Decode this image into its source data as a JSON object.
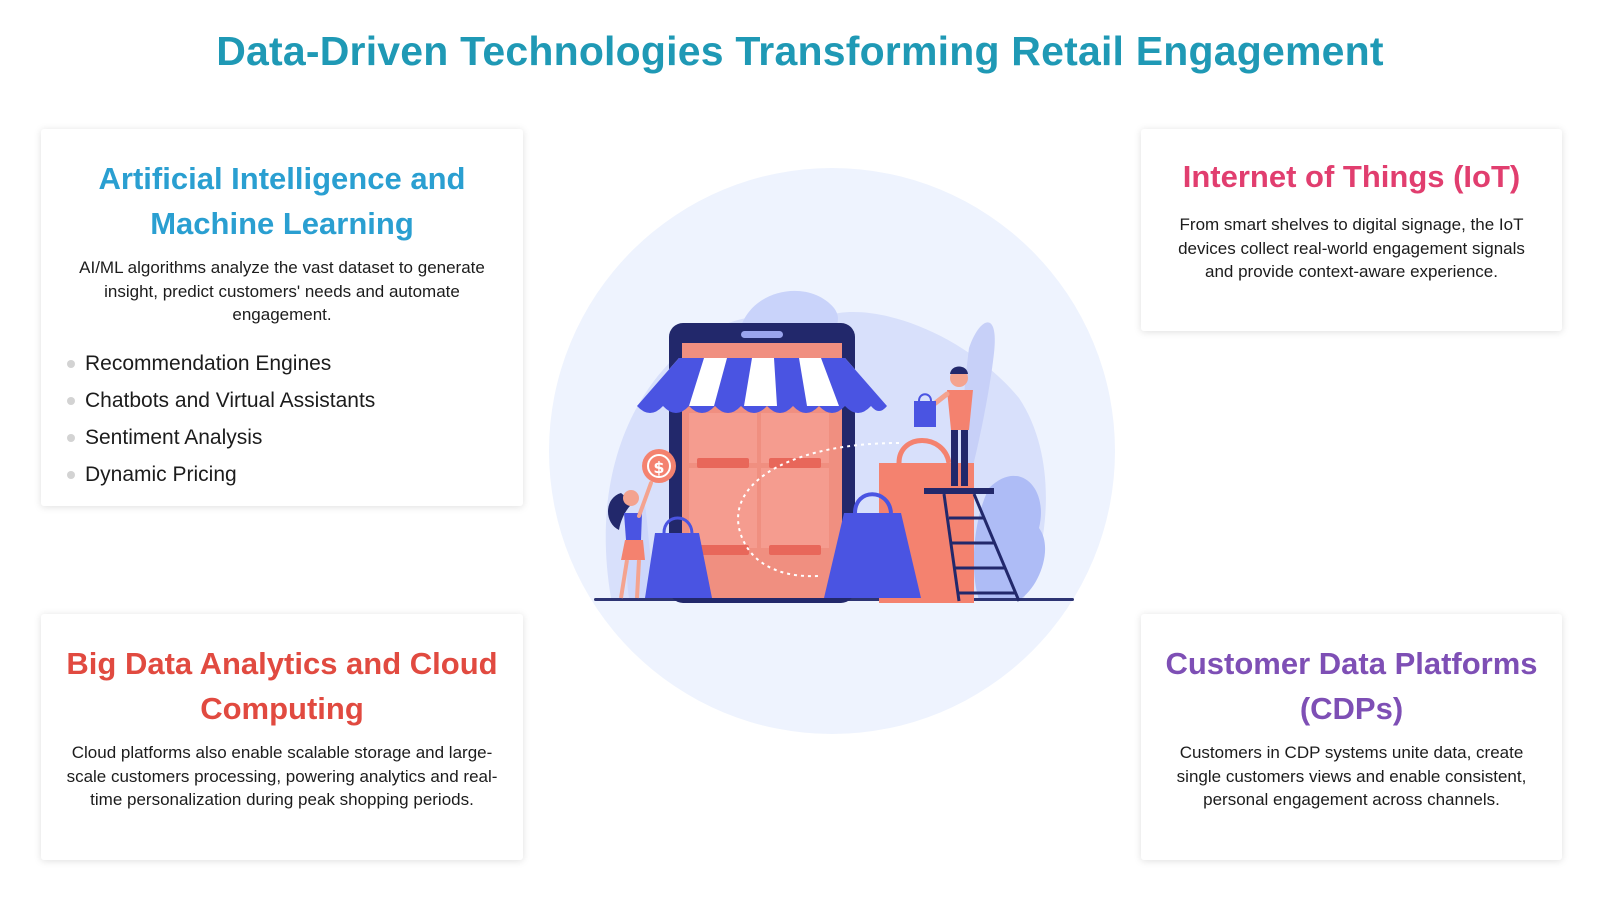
{
  "title": "Data-Driven Technologies Transforming Retail Engagement",
  "cards": {
    "ai": {
      "title": "Artificial Intelligence and Machine Learning",
      "description": "AI/ML algorithms analyze the vast dataset to generate insight, predict customers' needs and automate engagement.",
      "items": [
        "Recommendation Engines",
        "Chatbots and Virtual Assistants",
        "Sentiment Analysis",
        "Dynamic Pricing"
      ]
    },
    "iot": {
      "title": "Internet of Things (IoT)",
      "description": "From smart shelves to digital signage, the IoT devices collect real-world engagement signals and provide context-aware experience."
    },
    "big_data": {
      "title": "Big Data Analytics and Cloud Computing",
      "description": "Cloud platforms also enable scalable storage and large-scale customers processing, powering analytics and real-time personalization during peak shopping periods."
    },
    "cdp": {
      "title": "Customer Data Platforms (CDPs)",
      "description": "Customers in CDP systems unite data, create single customers views and enable consistent, personal engagement across channels."
    }
  },
  "illustration": {
    "icon": "mobile-storefront-shopping-illustration",
    "coin_symbol": "$"
  },
  "colors": {
    "title": "#1f99b5",
    "ai": "#2a9fd1",
    "iot": "#e13e6f",
    "big_data": "#e14a40",
    "cdp": "#7e4fb5",
    "circle_bg": "#eef3fe",
    "awning_blue": "#4a54e2",
    "store_salmon": "#f7877a"
  }
}
